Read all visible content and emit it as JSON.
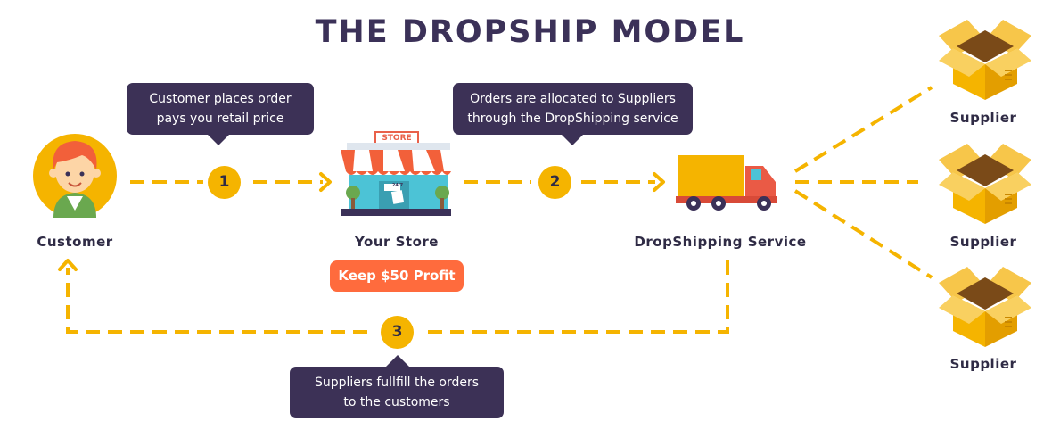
{
  "title": "THE DROPSHIP MODEL",
  "nodes": {
    "customer": "Customer",
    "store": "Your Store",
    "store_sign": "STORE",
    "store_door_sign": "24/7",
    "service": "DropShipping Service",
    "suppliers": [
      "Supplier",
      "Supplier",
      "Supplier"
    ]
  },
  "steps": [
    {
      "number": "1",
      "lines": [
        "Customer places order",
        "pays you retail price"
      ]
    },
    {
      "number": "2",
      "lines": [
        "Orders are allocated to Suppliers",
        "through the DropShipping service"
      ]
    },
    {
      "number": "3",
      "lines": [
        "Suppliers fullfill the orders",
        "to the customers"
      ]
    }
  ],
  "profit_badge": "Keep $50 Profit",
  "colors": {
    "title": "#3b3158",
    "bubble": "#3c3156",
    "step_circle": "#f5b400",
    "dashed_line": "#f5b400",
    "profit_badge": "#ff6b3d",
    "box": "#f5b400"
  },
  "icons": [
    "customer-avatar-icon",
    "store-icon",
    "delivery-truck-icon",
    "supplier-box-icon"
  ]
}
